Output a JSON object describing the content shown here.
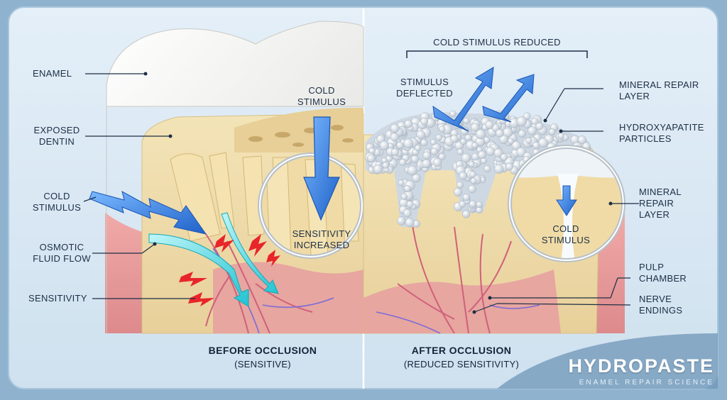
{
  "left_labels": {
    "enamel": "ENAMEL",
    "exposed_dentin": "EXPOSED\nDENTIN",
    "cold_stimulus": "COLD\nSTIMULUS",
    "osmotic_fluid_flow": "OSMOTIC\nFLUID FLOW",
    "sensitivity": "SENSITIVITY",
    "cold_stimulus_top": "COLD\nSTIMULUS",
    "sensitivity_increased": "SENSITIVITY\nINCREASED"
  },
  "right_labels": {
    "cold_stimulus_reduced": "COLD STIMULUS REDUCED",
    "stimulus_deflected": "STIMULUS\nDEFLECTED",
    "mineral_repair_layer_top": "MINERAL REPAIR\nLAYER",
    "hydroxyapatite_particles": "HYDROXYAPATITE\nPARTICLES",
    "mineral_repair_layer_side": "MINERAL\nREPAIR\nLAYER",
    "cold_stimulus_inset": "COLD\nSTIMULUS",
    "pulp_chamber": "PULP\nCHAMBER",
    "nerve_endings": "NERVE\nENDINGS"
  },
  "captions": {
    "before_title": "BEFORE OCCLUSION",
    "before_sub": "(SENSITIVE)",
    "after_title": "AFTER OCCLUSION",
    "after_sub": "(REDUCED SENSITIVITY)"
  },
  "brand": {
    "name": "HYDROPASTE",
    "tagline": "ENAMEL REPAIR SCIENCE"
  },
  "colors": {
    "background": "#dbeaf6",
    "dentin": "#efdcaa",
    "enamel": "#f5f5f3",
    "gum": "#e99a9a",
    "pulp": "#e9a8a2",
    "arrow_blue": "#2b7be0",
    "fluid_cyan": "#3fd6e0",
    "pain_red": "#e8252a",
    "line": "#1d2f45"
  }
}
